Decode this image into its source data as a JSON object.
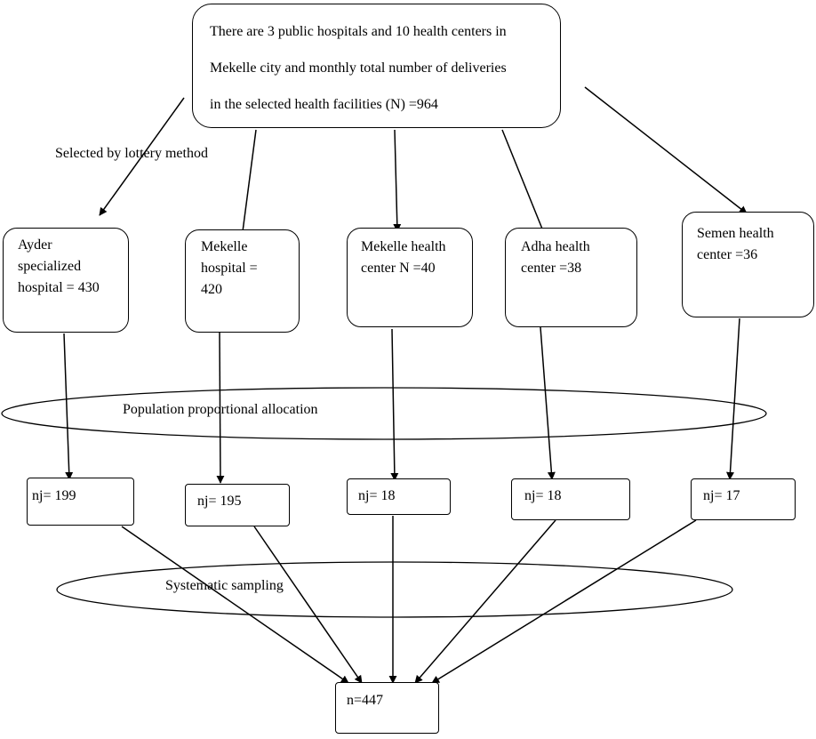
{
  "top_box": {
    "lines": [
      "There are 3 public hospitals and 10 health centers in",
      "Mekelle city and monthly total number of deliveries",
      "in the selected health facilities (N) =964"
    ]
  },
  "labels": {
    "lottery": "Selected by lottery method",
    "population_allocation": "Population proportional allocation",
    "systematic": "Systematic sampling"
  },
  "facilities": [
    {
      "text": "Ayder\nspecialized\nhospital = 430"
    },
    {
      "text": "Mekelle\nhospital =\n420"
    },
    {
      "text": "Mekelle health\ncenter N =40"
    },
    {
      "text": "Adha health\ncenter =38"
    },
    {
      "text": "Semen health\ncenter =36"
    }
  ],
  "samples": [
    {
      "text": "nj= 199"
    },
    {
      "text": "nj= 195"
    },
    {
      "text": "nj= 18"
    },
    {
      "text": "nj= 18"
    },
    {
      "text": "nj= 17"
    }
  ],
  "total": {
    "text": "n=447"
  }
}
